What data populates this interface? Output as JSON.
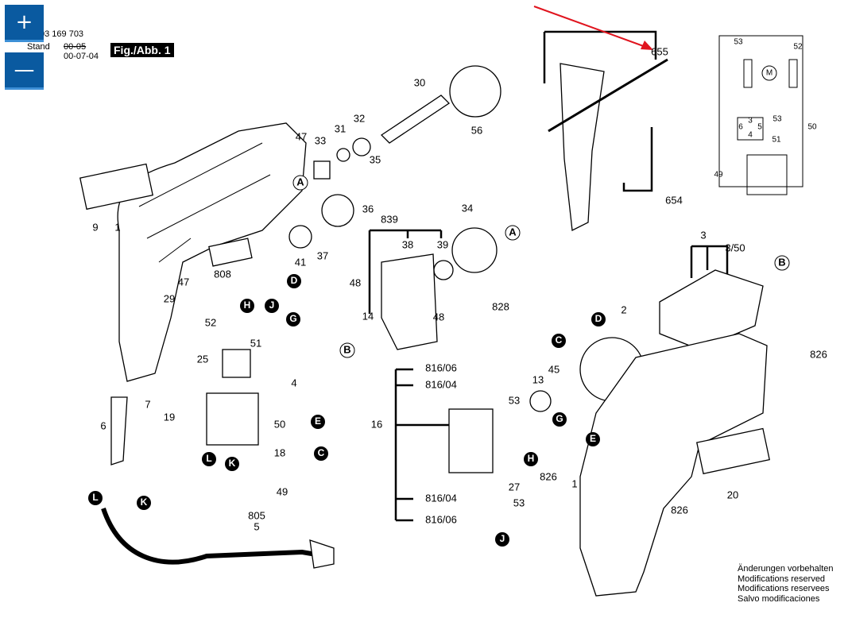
{
  "header": {
    "part_number": "03 169 703",
    "stand_label": "Stand",
    "old_date": "00-05",
    "date": "00-07-04",
    "figure_label": "Fig./Abb. 1"
  },
  "zoom_controls": {
    "zoom_in": "+",
    "zoom_out": "—"
  },
  "highlight_color": "#e0141e",
  "labels": [
    "30",
    "56",
    "31",
    "32",
    "33",
    "35",
    "47",
    "9",
    "1",
    "36",
    "41",
    "37",
    "839",
    "38",
    "39",
    "34",
    "808",
    "47",
    "48",
    "52",
    "51",
    "29",
    "14",
    "828",
    "48",
    "25",
    "4",
    "7",
    "19",
    "6",
    "50",
    "18",
    "49",
    "805",
    "5",
    "816/06",
    "816/04",
    "16",
    "53",
    "13",
    "45",
    "826",
    "27",
    "816/04",
    "53",
    "816/06",
    "2",
    "3",
    "3/50",
    "826",
    "1",
    "20",
    "826",
    "655",
    "654"
  ],
  "callouts": [
    "A",
    "A",
    "D",
    "H",
    "J",
    "G",
    "B",
    "E",
    "L",
    "K",
    "C",
    "L",
    "K",
    "G",
    "H",
    "J",
    "C",
    "D",
    "E",
    "B"
  ],
  "circuit": {
    "labels": [
      "53",
      "52",
      "M",
      "3",
      "6",
      "5",
      "4",
      "53",
      "51",
      "50",
      "49"
    ]
  },
  "notes": [
    "Änderungen vorbehalten",
    "Modifications reserved",
    "Modifications reservees",
    "Salvo modificaciones"
  ]
}
